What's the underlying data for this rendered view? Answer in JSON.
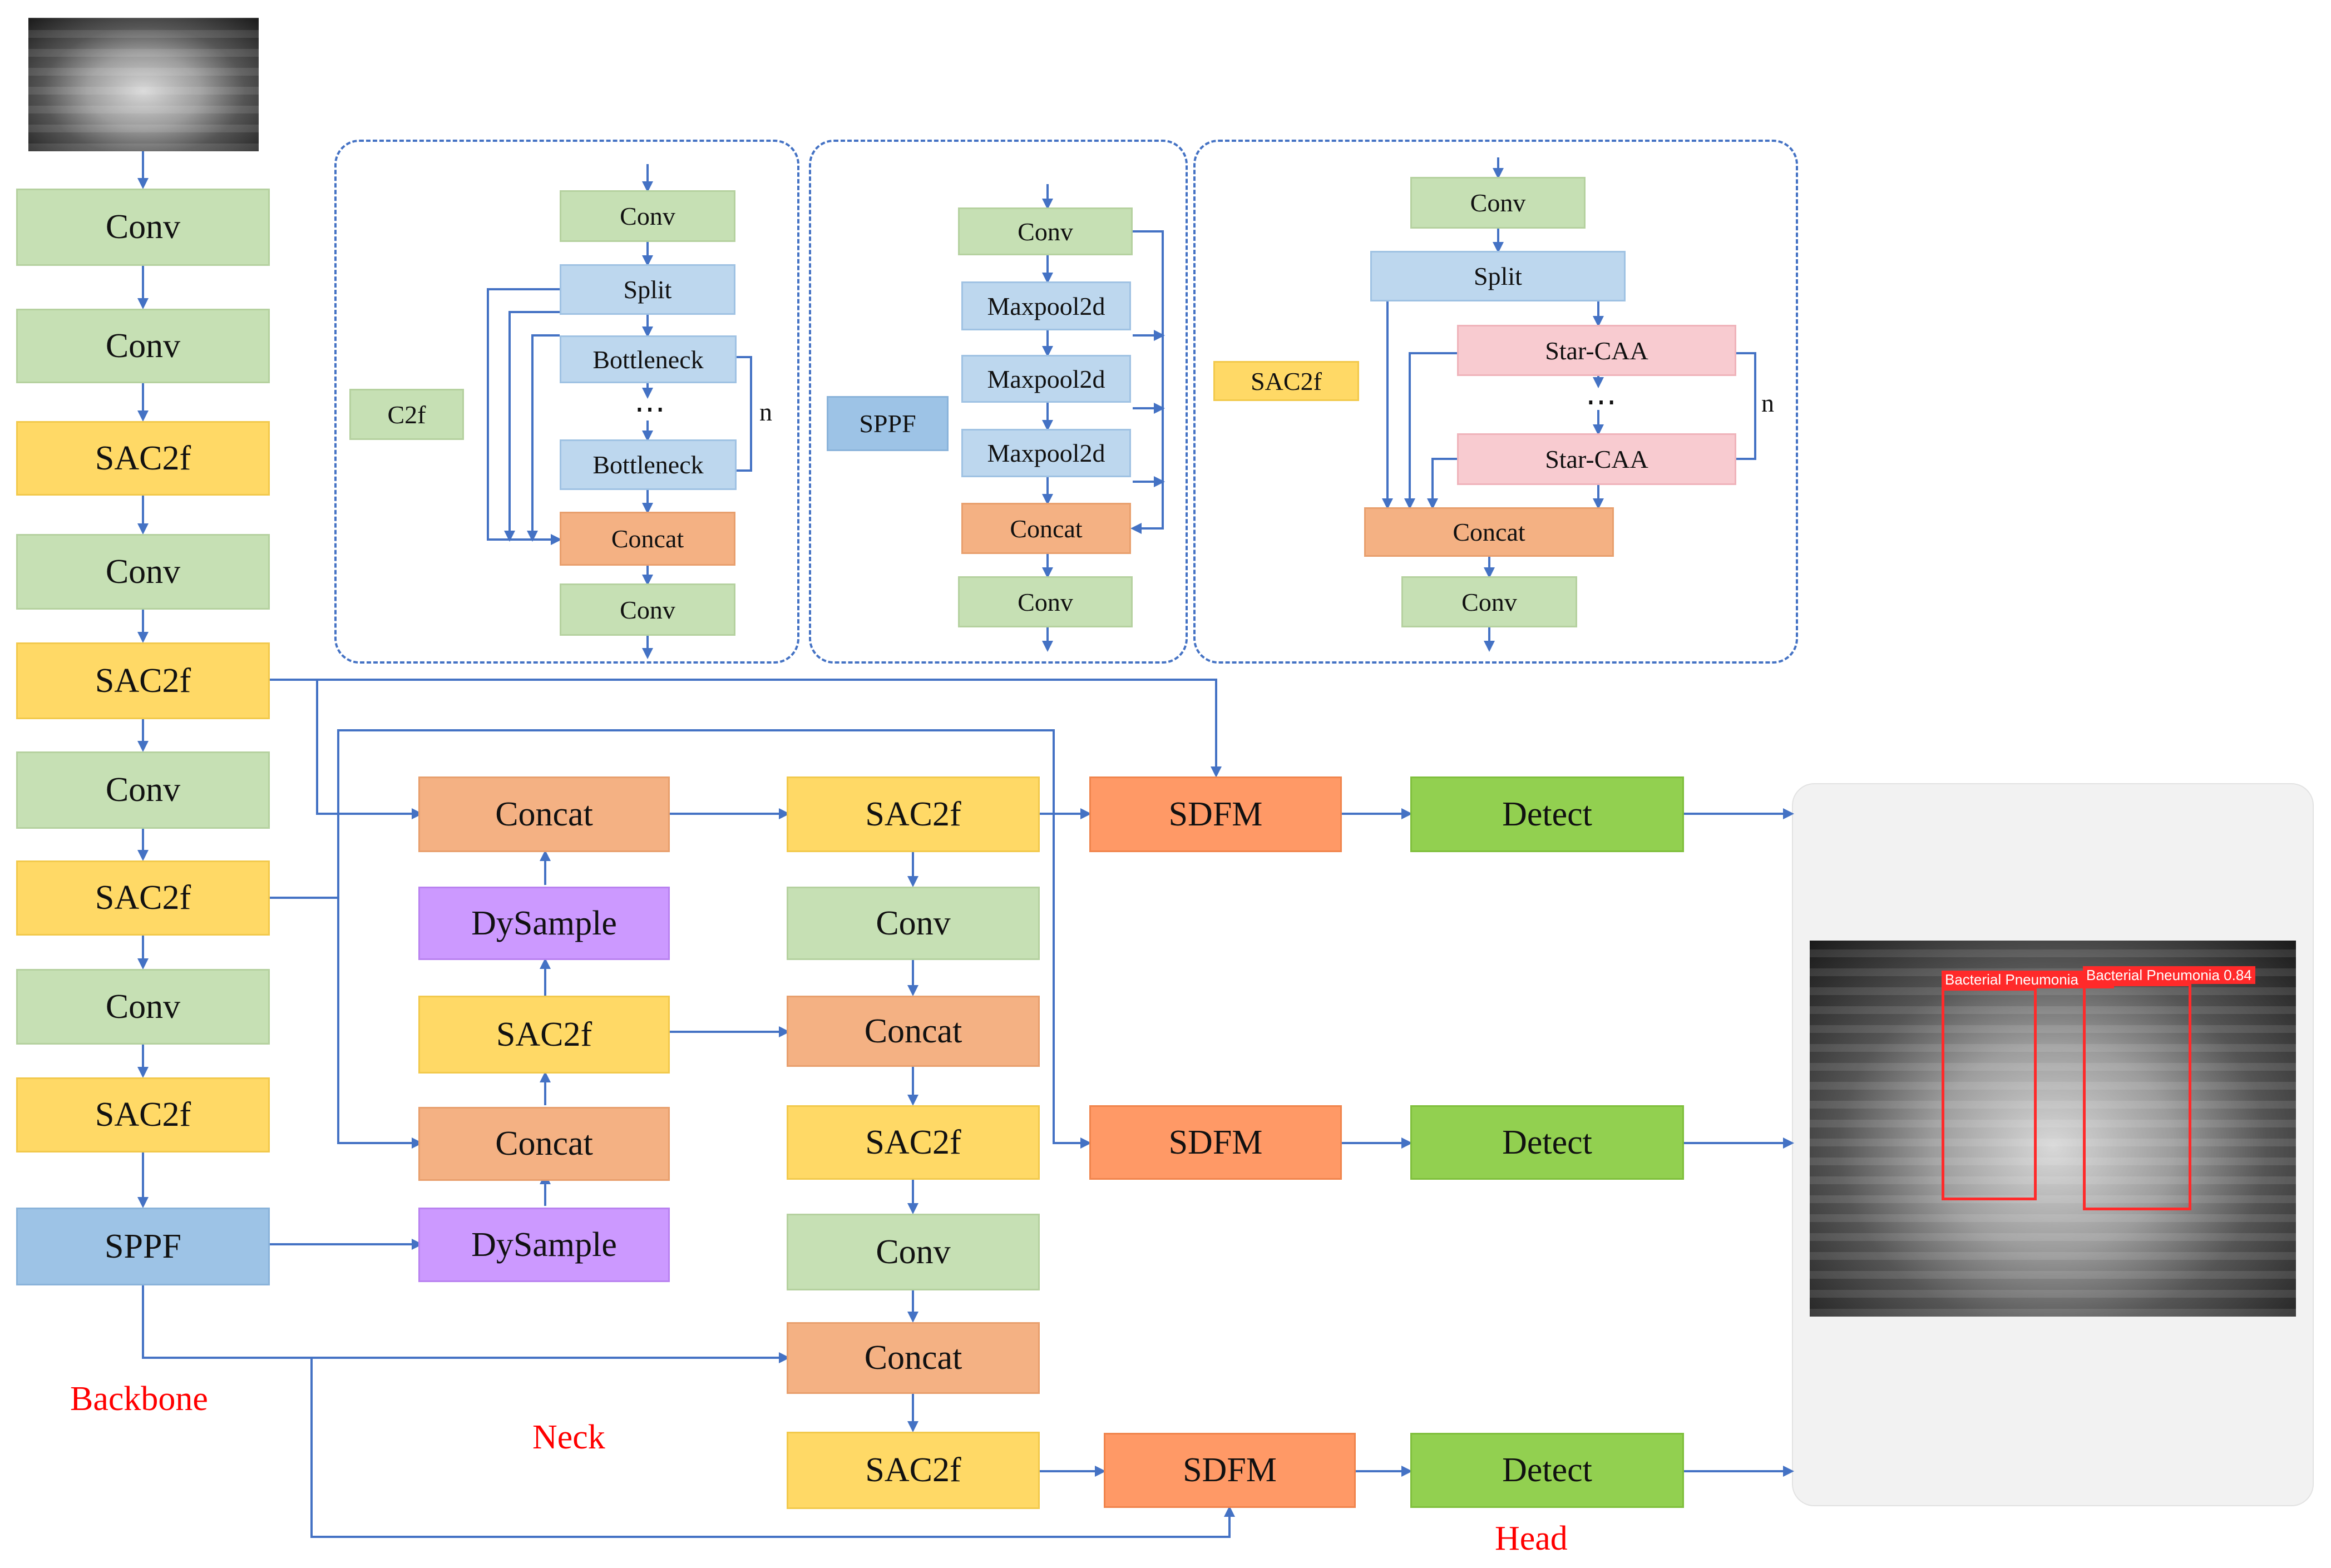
{
  "backbone": {
    "label": "Backbone",
    "blocks": [
      "Conv",
      "Conv",
      "SAC2f",
      "Conv",
      "SAC2f",
      "Conv",
      "SAC2f",
      "Conv",
      "SAC2f",
      "SPPF"
    ]
  },
  "neck": {
    "label": "Neck",
    "col1": [
      "Concat",
      "DySample",
      "SAC2f",
      "Concat",
      "DySample"
    ],
    "col2": [
      "SAC2f",
      "Conv",
      "Concat",
      "SAC2f",
      "Conv",
      "Concat",
      "SAC2f"
    ]
  },
  "head": {
    "label": "Head",
    "sdfm": [
      "SDFM",
      "SDFM",
      "SDFM"
    ],
    "detect": [
      "Detect",
      "Detect",
      "Detect"
    ]
  },
  "c2f_panel": {
    "title": "C2f",
    "blocks": [
      "Conv",
      "Split",
      "Bottleneck",
      "Bottleneck",
      "Concat",
      "Conv"
    ],
    "dots": "⋯",
    "repeat": "n"
  },
  "sppf_panel": {
    "title": "SPPF",
    "blocks": [
      "Conv",
      "Maxpool2d",
      "Maxpool2d",
      "Maxpool2d",
      "Concat",
      "Conv"
    ]
  },
  "sac2f_panel": {
    "title": "SAC2f",
    "blocks": [
      "Conv",
      "Split",
      "Star-CAA",
      "Star-CAA",
      "Concat",
      "Conv"
    ],
    "dots": "⋯",
    "repeat": "n"
  },
  "result": {
    "detections": [
      "Bacterial Pneumonia 0.81",
      "Bacterial Pneumonia 0.84"
    ]
  },
  "colors": {
    "wire": "#4472c4",
    "conv": "#c6e0b4",
    "sac2f": "#ffd966",
    "sppf": "#9dc3e6",
    "concat": "#f4b183",
    "dysample": "#cc99ff",
    "sdfm": "#ff9966",
    "detect": "#92d050",
    "star_caa": "#f8cbd0",
    "label": "#ff0000"
  }
}
